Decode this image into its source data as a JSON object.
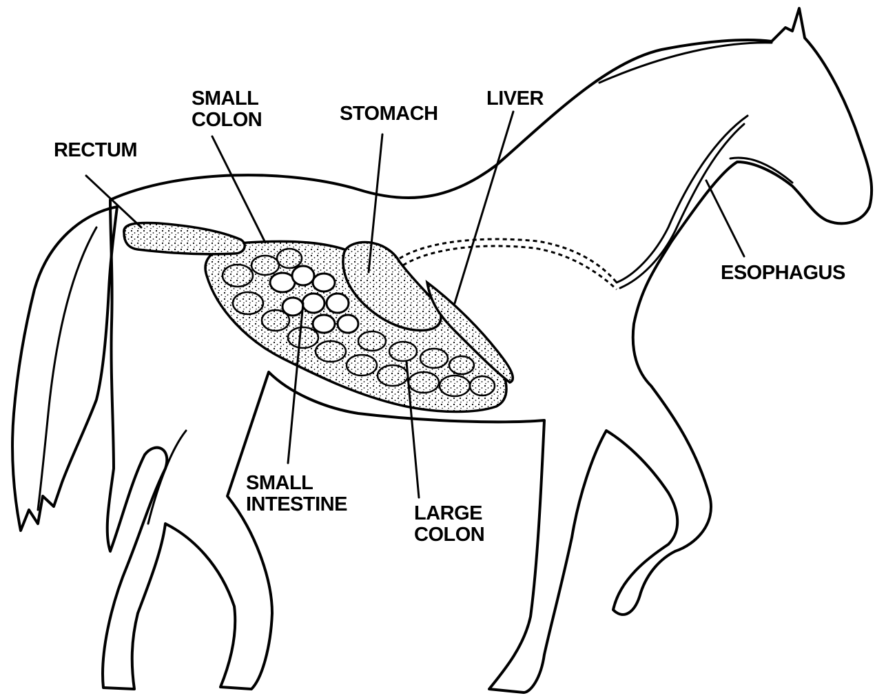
{
  "labels": {
    "rectum": "RECTUM",
    "small_colon": [
      "SMALL",
      "COLON"
    ],
    "stomach": "STOMACH",
    "liver": "LIVER",
    "esophagus": "ESOPHAGUS",
    "small_intestine": [
      "SMALL",
      "INTESTINE"
    ],
    "large_colon": [
      "LARGE",
      "COLON"
    ]
  },
  "colors": {
    "line": "#000000",
    "background": "#ffffff"
  }
}
